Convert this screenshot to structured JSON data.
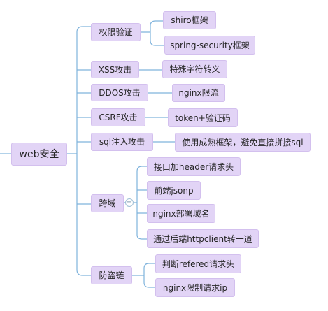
{
  "mindmap": {
    "root": "web安全",
    "collapse_symbol": "−",
    "branches": [
      {
        "label": "权限验证",
        "children": [
          "shiro框架",
          "spring-security框架"
        ]
      },
      {
        "label": "XSS攻击",
        "children": [
          "特殊字符转义"
        ]
      },
      {
        "label": "DDOS攻击",
        "children": [
          "nginx限流"
        ]
      },
      {
        "label": "CSRF攻击",
        "children": [
          "token+验证码"
        ]
      },
      {
        "label": "sql注入攻击",
        "children": [
          "使用成熟框架，避免直接拼接sql"
        ]
      },
      {
        "label": "跨域",
        "children": [
          "接口加header请求头",
          "前端jsonp",
          "nginx部署域名",
          "通过后端httpclient转一道"
        ]
      },
      {
        "label": "防盗链",
        "children": [
          "判断refered请求头",
          "nginx限制请求ip"
        ]
      }
    ]
  },
  "colors": {
    "node_fill": "#e2d4f6",
    "node_border": "#d3c0ee",
    "connector": "#7fb3dc",
    "text": "#262626"
  }
}
